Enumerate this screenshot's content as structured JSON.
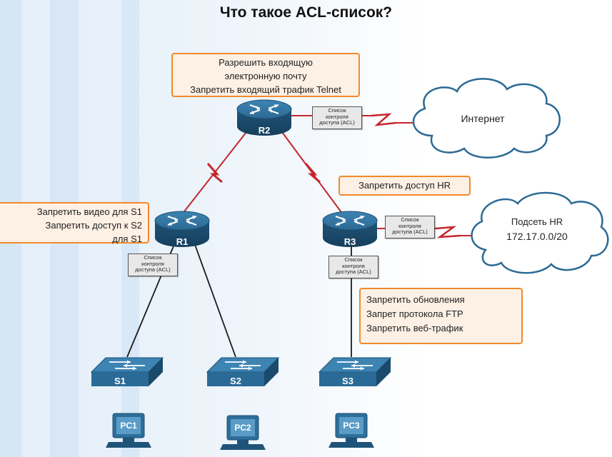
{
  "title": "Что такое ACL-список?",
  "acl_label": [
    "Список",
    "контроля",
    "доступа (ACL)"
  ],
  "notes": {
    "r2": [
      "Разрешить входящую",
      "электронную почту",
      "Запретить входящий трафик Telnet"
    ],
    "r1": [
      "Запретить видео для S1",
      "Запретить доступ к S2",
      "для S1"
    ],
    "r3_hr": [
      "Запретить доступ HR"
    ],
    "r3_lan": [
      "Запретить обновления",
      "Запрет протокола FTP",
      "Запретить веб-трафик"
    ]
  },
  "clouds": {
    "internet": "Интернет",
    "hr_subnet": [
      "Подсеть HR",
      "172.17.0.0/20"
    ]
  },
  "routers": {
    "r1": "R1",
    "r2": "R2",
    "r3": "R3"
  },
  "switches": {
    "s1": "S1",
    "s2": "S2",
    "s3": "S3"
  },
  "pcs": {
    "pc1": "PC1",
    "pc2": "PC2",
    "pc3": "PC3"
  },
  "colors": {
    "note_border": "#f08a2c",
    "note_fill": "#fdf0e4",
    "serial_link": "#c4262e",
    "ethernet_link": "#1a1a1a",
    "device_blue": "#2c6a94"
  }
}
